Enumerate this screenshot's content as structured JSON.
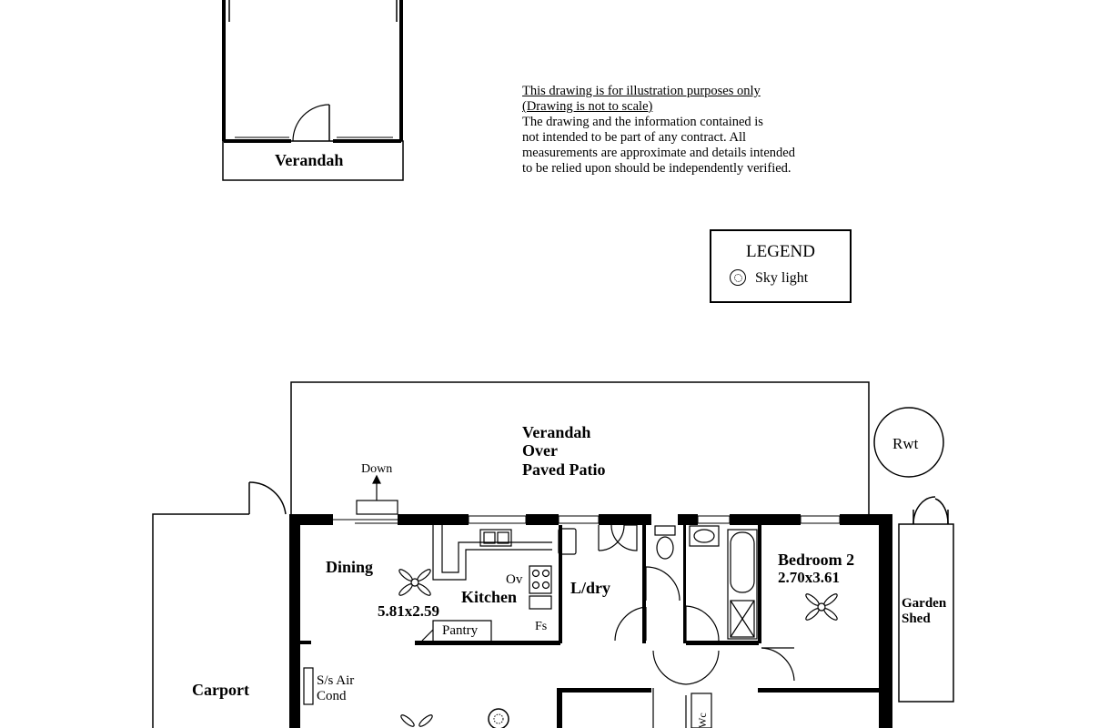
{
  "top_partial_text": "",
  "rooms": {
    "verandah_top": "Verandah",
    "verandah_main_1": "Verandah",
    "verandah_main_2": "Over",
    "verandah_main_3": "Paved Patio",
    "rwt": "Rwt",
    "down": "Down",
    "dining": "Dining",
    "dining_size": "5.81x2.59",
    "kitchen": "Kitchen",
    "oven": "Ov",
    "fridge": "Fs",
    "pantry": "Pantry",
    "laundry": "L/dry",
    "bedroom2": "Bedroom 2",
    "bedroom2_size": "2.70x3.61",
    "garden_shed_1": "Garden",
    "garden_shed_2": "Shed",
    "carport": "Carport",
    "aircon_1": "S/s Air",
    "aircon_2": "Cond",
    "wc_partial": "Wc"
  },
  "disclaimer": {
    "line1": "This drawing is for illustration purposes only",
    "line2": "(Drawing is not to scale)",
    "line3": "The drawing and the information contained is",
    "line4": "not intended to be part of any contract.  All",
    "line5": "measurements are approximate and details intended",
    "line6": "to be relied upon should be independently verified."
  },
  "legend": {
    "title": "LEGEND",
    "item": "Sky light",
    "item_icon": "skylight-icon"
  }
}
